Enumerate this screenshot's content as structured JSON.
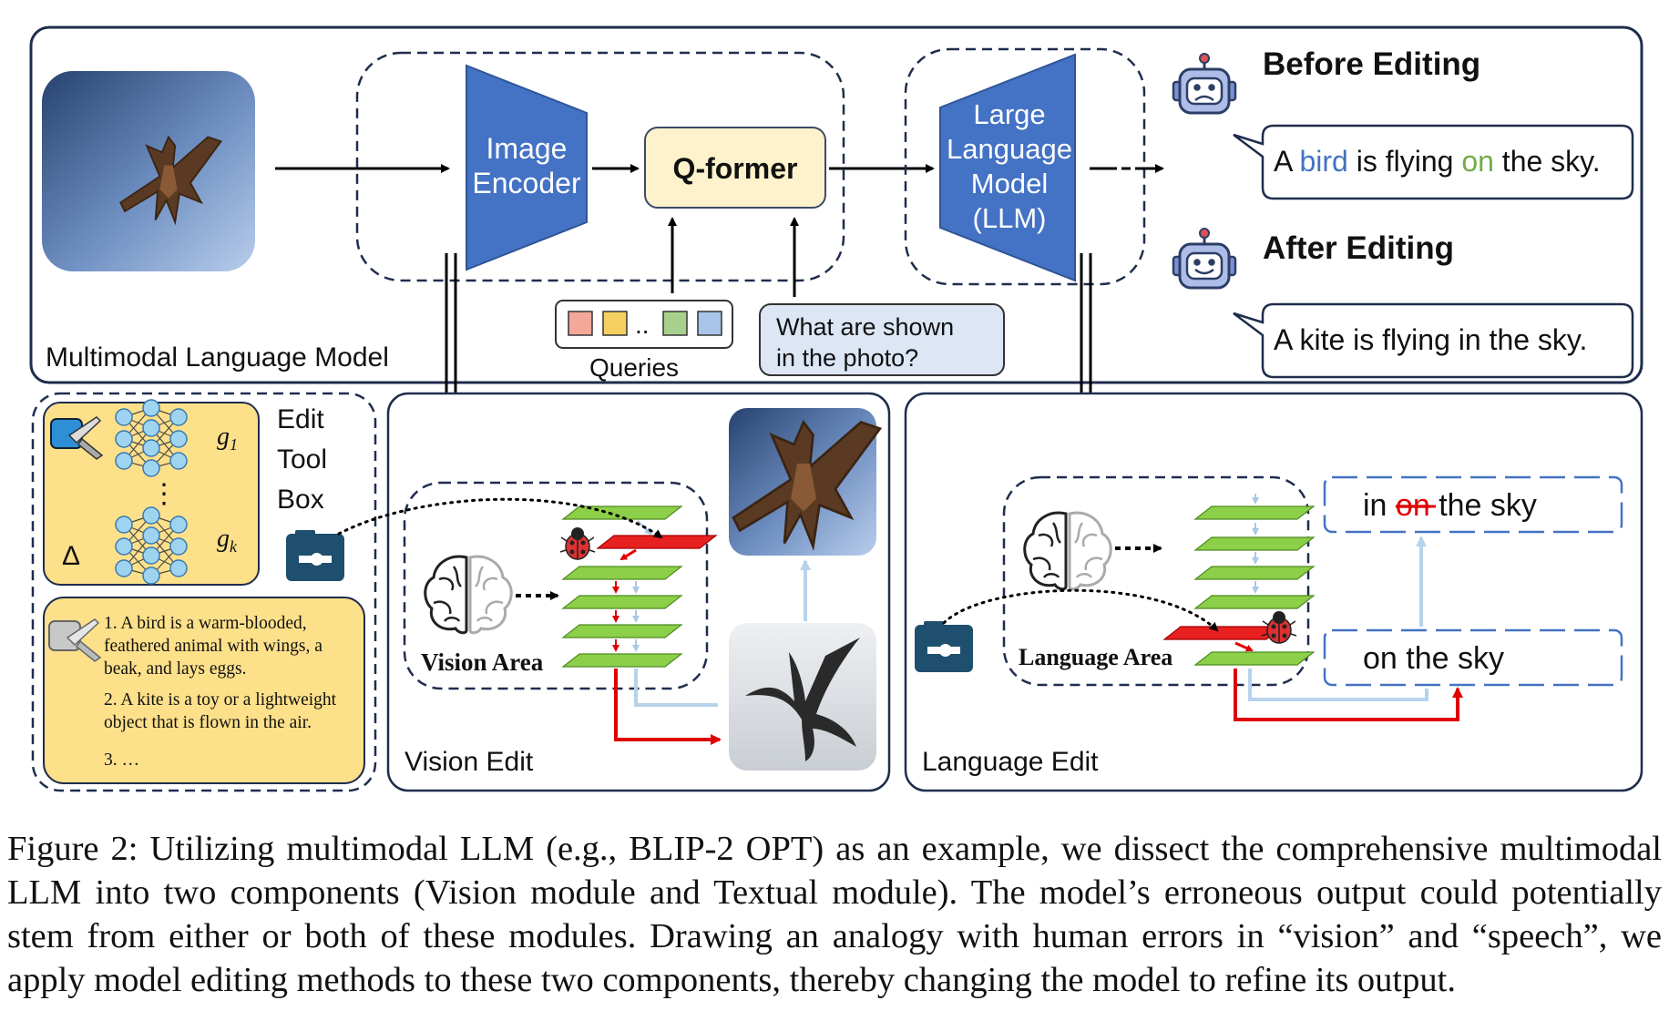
{
  "top_panel": {
    "label": "Multimodal Language Model",
    "image_encoder": [
      "Image",
      "Encoder"
    ],
    "qformer": "Q-former",
    "llm": [
      "Large",
      "Language",
      "Model",
      "(LLM)"
    ],
    "queries_label": "Queries",
    "query_dots": "..",
    "question": [
      "What are shown",
      "in the photo?"
    ],
    "before_title": "Before Editing",
    "after_title": "After Editing",
    "before_sentence": {
      "pre": "A ",
      "word1": "bird",
      "mid": " is flying ",
      "word2": "on",
      "post": " the sky."
    },
    "after_sentence": "A kite is flying in the sky.",
    "query_colors": [
      "#f4a89a",
      "#f5d060",
      "#a8d08d",
      "#a8c4e8"
    ],
    "word1_color": "#4472c4",
    "word2_color": "#70ad47"
  },
  "tool_box": {
    "title": [
      "Edit",
      "Tool",
      "Box"
    ],
    "g1_base": "g",
    "g1_sub": "1",
    "gk_base": "g",
    "gk_sub": "k",
    "delta": "Δ",
    "dots": "⋮",
    "knowledge": [
      "1. A bird is a warm-blooded,",
      "feathered animal with wings, a",
      "beak, and lays eggs.",
      "2. A kite is a toy or a lightweight",
      "object that is flown in the air.",
      "3. …"
    ]
  },
  "vision_panel": {
    "label": "Vision Edit",
    "area_label": "Vision Area"
  },
  "language_panel": {
    "label": "Language Edit",
    "area_label": "Language Area",
    "edited_pre": "in ",
    "edited_struck": "on",
    "edited_post": " the sky",
    "original": "on the sky"
  },
  "caption": "Figure 2: Utilizing multimodal LLM (e.g., BLIP-2 OPT) as an example, we dissect the comprehensive multimodal LLM into two components (Vision module and Textual module). The model’s erroneous output could potentially stem from either or both of these modules. Drawing an analogy with human errors in “vision” and “speech”, we apply model editing methods to these two components, thereby changing the model to refine its output."
}
